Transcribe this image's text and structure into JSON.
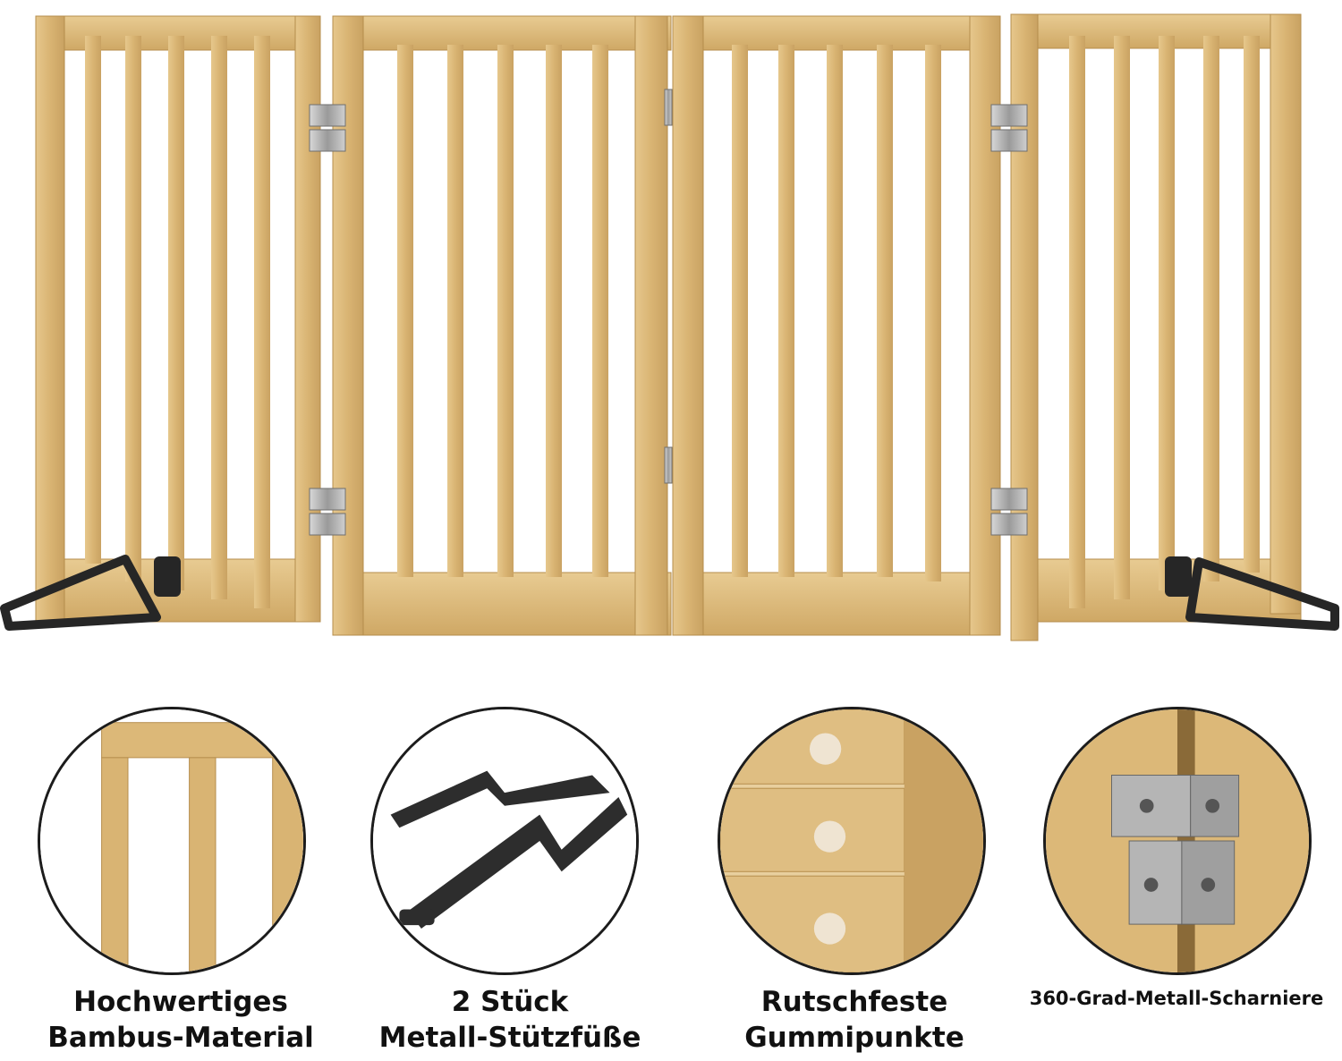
{
  "product": {
    "name": "bamboo-folding-pet-gate",
    "wood_color": "#dcb878",
    "wood_dark": "#b9904f",
    "metal_color": "#a7a7a7",
    "foot_color": "#2a2a2a",
    "panel_count": 4
  },
  "features": [
    {
      "icon": "bamboo-frame-closeup",
      "line1": "Hochwertiges",
      "line2": "Bambus-Material"
    },
    {
      "icon": "metal-support-feet",
      "line1": "2 Stück",
      "line2": "Metall-Stützfüße"
    },
    {
      "icon": "rubber-pads-closeup",
      "line1": "Rutschfeste",
      "line2": "Gummipunkte"
    },
    {
      "icon": "metal-hinge-closeup",
      "line1": "360-Grad-Metall-Scharniere",
      "line2": ""
    }
  ]
}
